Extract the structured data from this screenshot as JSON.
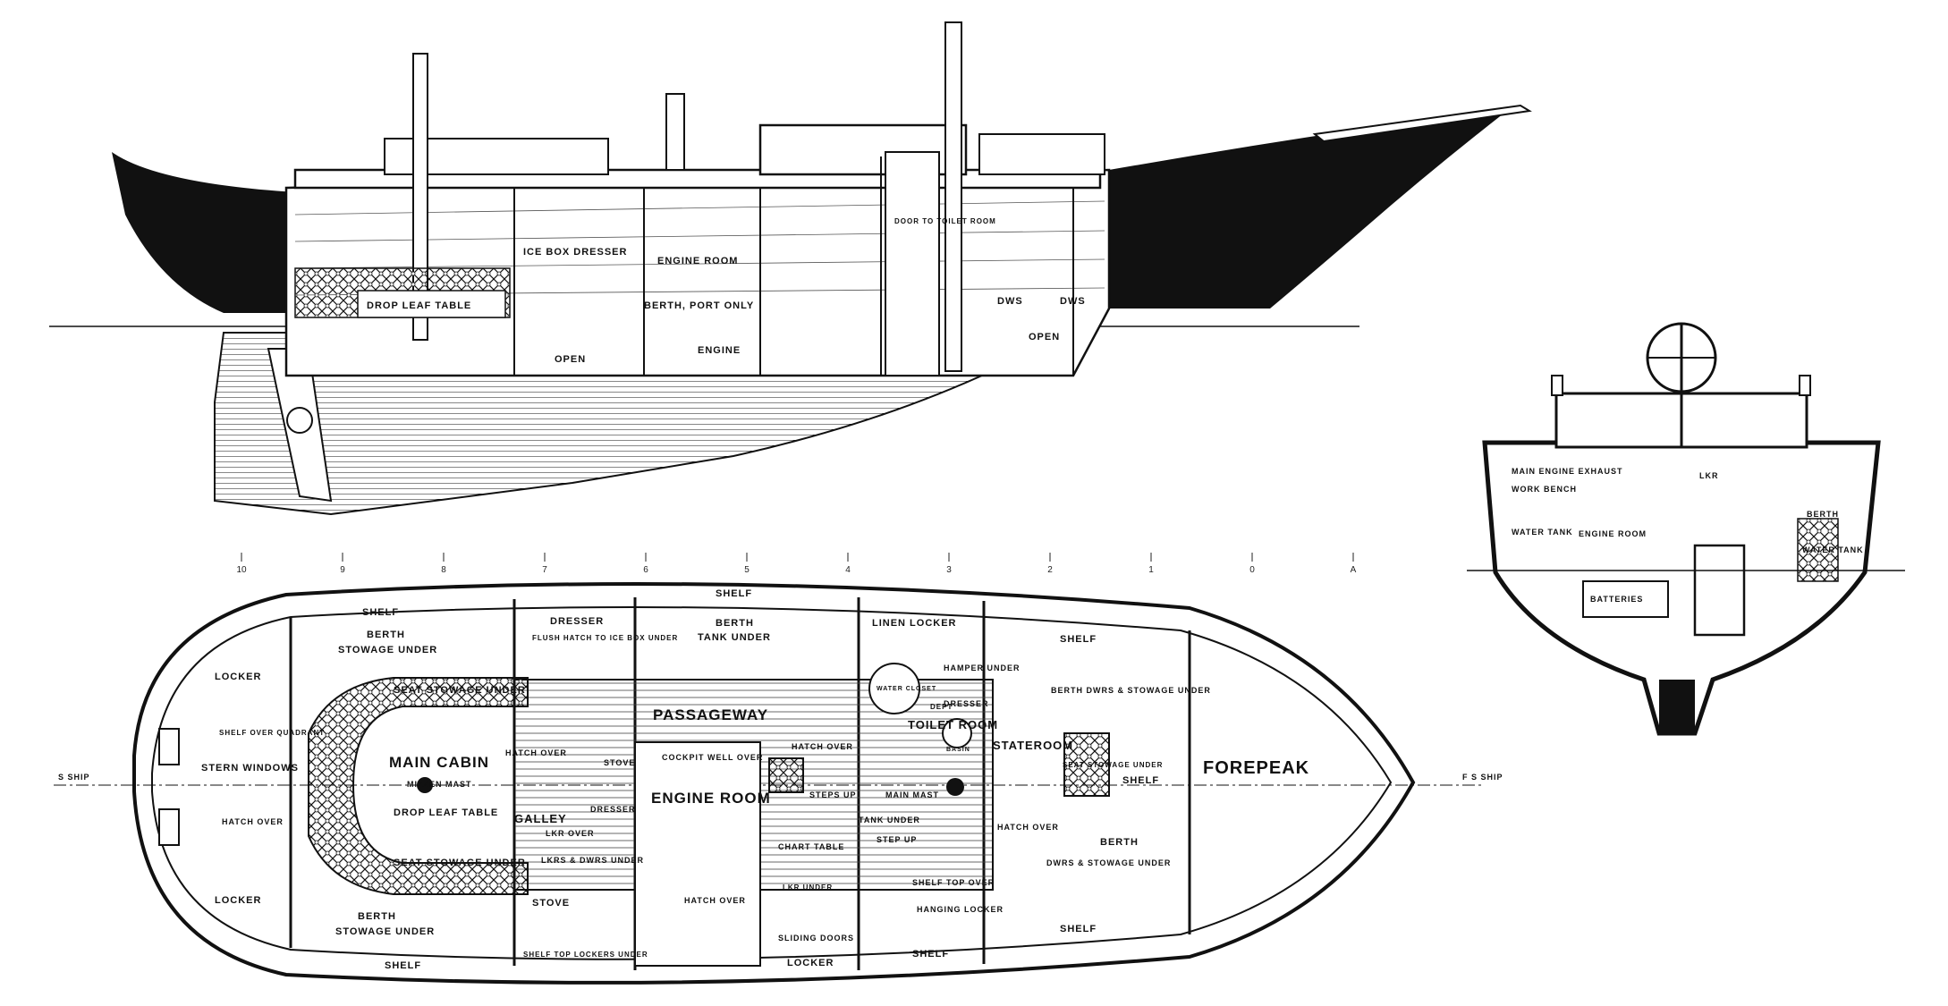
{
  "profile": {
    "labels": {
      "ice_box_dresser": "ICE BOX DRESSER",
      "engine_room": "ENGINE ROOM",
      "door_to_toilet_room": "DOOR TO TOILET ROOM",
      "drop_leaf_table": "DROP LEAF TABLE",
      "berth_port_only": "BERTH, PORT ONLY",
      "dws_1": "DWS",
      "dws_2": "DWS",
      "open_1": "OPEN",
      "open_2": "OPEN",
      "engine": "ENGINE"
    }
  },
  "stations": [
    "10",
    "9",
    "8",
    "7",
    "6",
    "5",
    "4",
    "3",
    "2",
    "1",
    "0",
    "A"
  ],
  "plan": {
    "labels": {
      "shelf_top_port": "SHELF",
      "berth_top": "BERTH",
      "stowage_under_top": "STOWAGE UNDER",
      "dresser": "DRESSER",
      "flush_hatch": "FLUSH HATCH TO ICE BOX UNDER",
      "shelf_top_mid": "SHELF",
      "berth_tank": "BERTH",
      "tank_under_top": "TANK UNDER",
      "linen_locker": "LINEN LOCKER",
      "shelf_top_fwd": "SHELF",
      "locker_top": "LOCKER",
      "seat_stowage_top": "SEAT STOWAGE UNDER",
      "passageway": "PASSAGEWAY",
      "hamper_under": "HAMPER UNDER",
      "dresser2": "DRESSER",
      "berth_dwrs": "BERTH DWRS & STOWAGE UNDER",
      "shelf_over": "SHELF OVER QUADRANT",
      "stern_windows": "STERN WINDOWS",
      "main_cabin": "MAIN CABIN",
      "hatch_over_1": "HATCH OVER",
      "stove_1": "STOVE",
      "cockpit_well": "COCKPIT WELL OVER",
      "hatch_over_2": "HATCH OVER",
      "toilet_room": "TOILET ROOM",
      "water_closet": "WATER CLOSET",
      "dept": "DEPT",
      "basin": "BASIN",
      "stateroom": "STATEROOM",
      "seat_fwd": "SEAT STOWAGE UNDER",
      "shelf_fwd": "SHELF",
      "forepeak": "FOREPEAK",
      "mizzen_mast": "MIZZEN MAST",
      "steps_up": "STEPS UP",
      "main_mast": "MAIN MAST",
      "engine_room": "ENGINE ROOM",
      "galley": "GALLEY",
      "dresser3": "DRESSER",
      "hatch_over_3": "HATCH OVER",
      "hatch_over_stern": "HATCH OVER",
      "drop_leaf_table": "DROP LEAF TABLE",
      "lkr_over": "LKR OVER",
      "tank_under_mid": "TANK UNDER",
      "step_up": "STEP UP",
      "lkrs_dwrs": "LKRS & DWRS UNDER",
      "chart_table": "CHART TABLE",
      "lkr_under": "LKR UNDER",
      "seat_stowage_bot": "SEAT STOWAGE UNDER",
      "berth_fwd": "BERTH",
      "dwrs_stowage": "DWRS & STOWAGE UNDER",
      "locker_bot": "LOCKER",
      "stove_2": "STOVE",
      "hatch_over_4": "HATCH OVER",
      "shelf_top_over": "SHELF TOP OVER",
      "hanging_locker": "HANGING LOCKER",
      "berth_bot": "BERTH",
      "stowage_under_bot": "STOWAGE UNDER",
      "sliding_doors": "SLIDING DOORS",
      "shelf_bot_fwd": "SHELF",
      "shelf_bot_port": "SHELF",
      "shelf_top_lockers": "SHELF TOP LOCKERS UNDER",
      "locker_bot_mid": "LOCKER",
      "shelf_bot_mid": "SHELF",
      "ship_aft": "S SHIP",
      "ship_fwd": "F S SHIP"
    }
  },
  "section": {
    "labels": {
      "main_engine_exhaust": "MAIN ENGINE EXHAUST",
      "work_bench": "WORK BENCH",
      "lkr": "LKR",
      "berth": "BERTH",
      "water_tank_left": "WATER TANK",
      "engine_room": "ENGINE ROOM",
      "water_tank_right": "WATER TANK",
      "batteries": "BATTERIES"
    }
  }
}
